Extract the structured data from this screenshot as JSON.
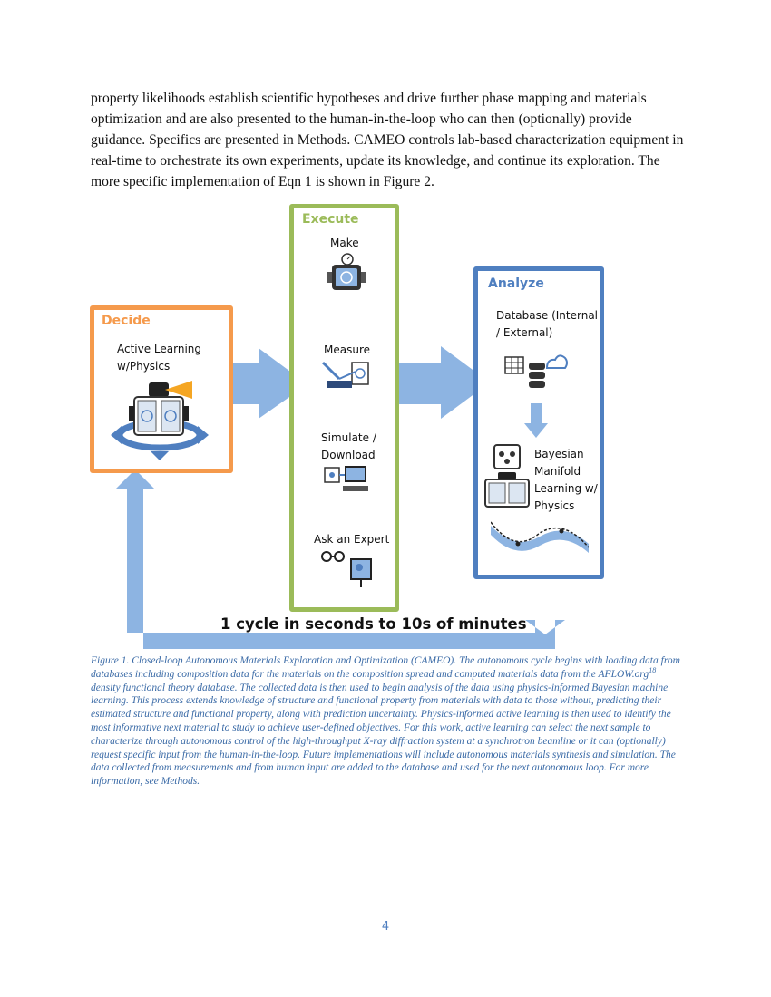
{
  "body_text": "property likelihoods establish scientific hypotheses and drive further phase mapping and materials optimization and are also presented to the human-in-the-loop who can then (optionally) provide guidance. Specifics are presented in Methods. CAMEO controls lab-based characterization equipment in real-time to orchestrate its own experiments, update its knowledge, and continue its exploration. The more specific implementation of Eqn 1 is shown in Figure 2.",
  "figure": {
    "decide": {
      "title": "Decide",
      "label_line1": "Active Learning",
      "label_line2": "w/Physics"
    },
    "execute": {
      "title": "Execute",
      "make": "Make",
      "measure": "Measure",
      "simulate_line1": "Simulate /",
      "simulate_line2": "Download",
      "ask_expert": "Ask an Expert"
    },
    "analyze": {
      "title": "Analyze",
      "database_line1": "Database (Internal",
      "database_line2": "/ External)",
      "bml_line1": "Bayesian",
      "bml_line2": "Manifold",
      "bml_line3": "Learning w/",
      "bml_line4": "Physics"
    },
    "cycle_label": "1 cycle in seconds to 10s of minutes",
    "colors": {
      "decide": "#f59a4c",
      "execute": "#9bbb59",
      "analyze": "#4f7fc0",
      "arrow": "#8db4e2"
    }
  },
  "caption": {
    "part1": "Figure 1. Closed-loop Autonomous Materials Exploration and Optimization (CAMEO). The autonomous cycle begins with loading data from databases including composition data for the materials on the composition spread and computed materials data from the AFLOW.org",
    "ref": "18",
    "part2": " density functional theory database. The collected data is then used to begin analysis of the data using physics-informed Bayesian machine learning. This process extends knowledge of structure and functional property from materials with data to those without, predicting their estimated structure and functional property, along with prediction uncertainty. Physics-informed active learning is then used to identify the most informative next material to study to achieve user-defined objectives. For this work, active learning can select the next sample to characterize through autonomous control of the high-throughput X-ray diffraction system at a synchrotron beamline or it can (optionally) request specific input from the human-in-the-loop. Future implementations will include autonomous materials synthesis and simulation. The data collected from measurements and from human input are added to the database and used for the next autonomous loop. For more information, see Methods."
  },
  "page_number": "4"
}
